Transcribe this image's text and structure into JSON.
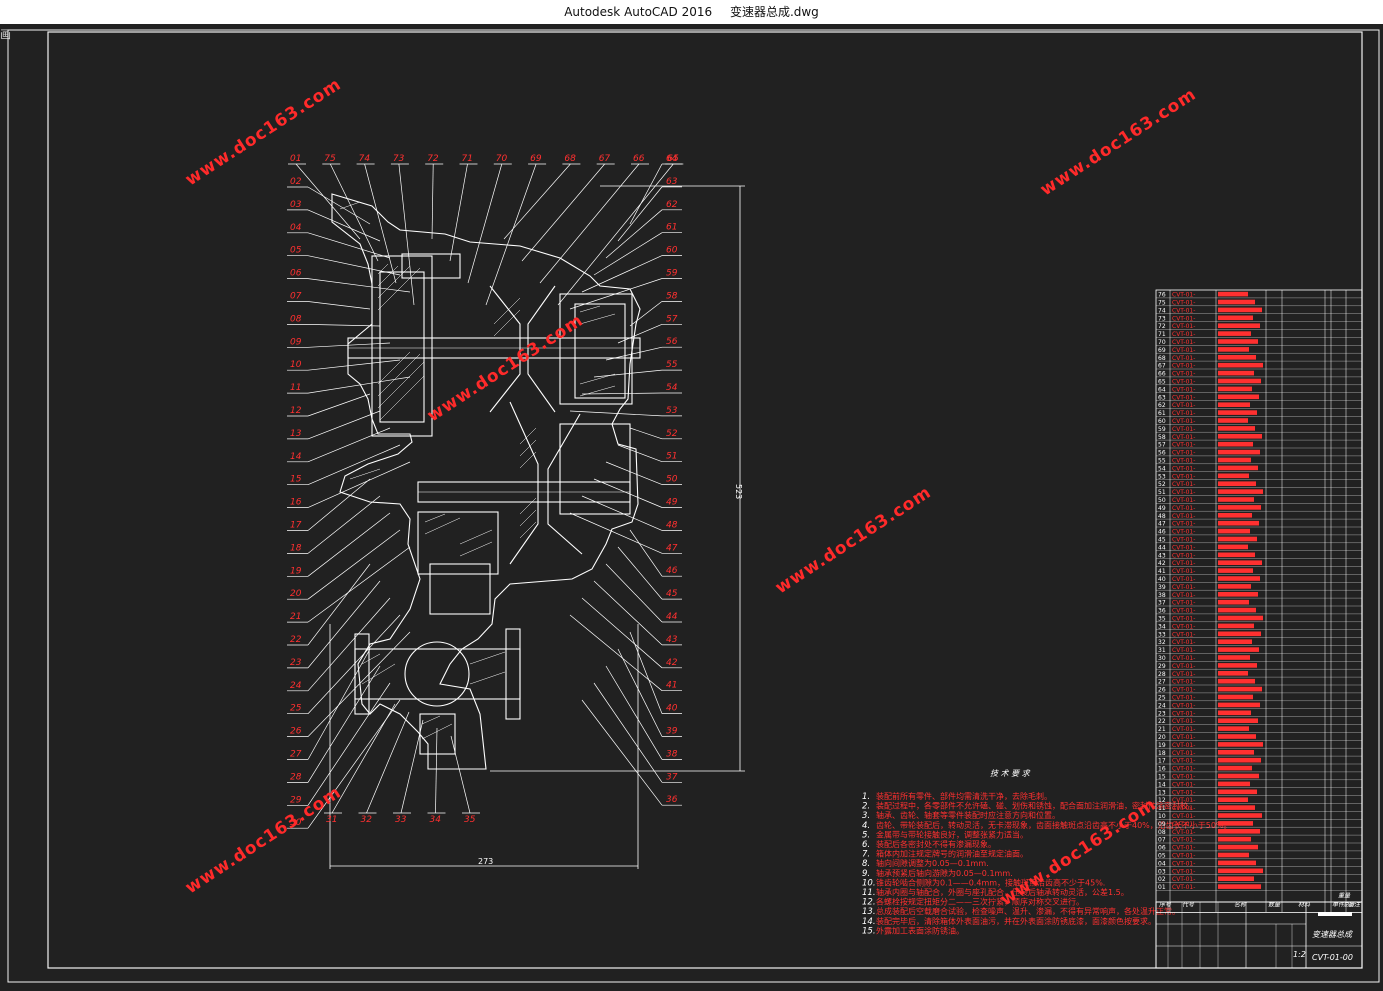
{
  "window": {
    "app_name": "Autodesk AutoCAD 2016",
    "file_name": "变速器总成.dwg",
    "left_glyph": "画"
  },
  "colors": {
    "background": "#212121",
    "drawing_lines": "#ffffff",
    "annotation_red": "#ff3030"
  },
  "callouts": {
    "top": [
      "01",
      "75",
      "74",
      "73",
      "72",
      "71",
      "70",
      "69",
      "68",
      "67",
      "66",
      "65"
    ],
    "left": [
      "02",
      "03",
      "04",
      "05",
      "06",
      "07",
      "08",
      "09",
      "10",
      "11",
      "12",
      "13",
      "14",
      "15",
      "16",
      "17",
      "18",
      "19",
      "20",
      "21",
      "22",
      "23",
      "24",
      "25",
      "26",
      "27",
      "28",
      "29",
      "30"
    ],
    "bottom": [
      "31",
      "32",
      "33",
      "34",
      "35"
    ],
    "right": [
      "64",
      "63",
      "62",
      "61",
      "60",
      "59",
      "58",
      "57",
      "56",
      "55",
      "54",
      "53",
      "52",
      "51",
      "50",
      "49",
      "48",
      "47",
      "46",
      "45",
      "44",
      "43",
      "42",
      "41",
      "40",
      "39",
      "38",
      "37",
      "36"
    ]
  },
  "dimensions": {
    "height": "523",
    "width": "273"
  },
  "watermark": {
    "text": "www.doc163.com"
  },
  "technical_requirements": {
    "title": "技 术 要 求",
    "items": [
      {
        "no": "1.",
        "text": "装配前所有零件、部件均需清洗干净，去除毛刺。"
      },
      {
        "no": "2.",
        "text": "装配过程中，各零部件不允许磕、碰、划伤和锈蚀，配合面加注润滑油，密封件涂密封胶。"
      },
      {
        "no": "3.",
        "text": "轴承、齿轮、轴套等零件装配时应注意方向和位置。"
      },
      {
        "no": "4.",
        "text": "齿轮、带轮装配后，转动灵活，无卡滞现象，齿面接触斑点沿齿高不小于40%，沿齿长不小于50%。"
      },
      {
        "no": "5.",
        "text": "金属带与带轮接触良好，调整张紧力适当。"
      },
      {
        "no": "6.",
        "text": "装配后各密封处不得有渗漏现象。"
      },
      {
        "no": "7.",
        "text": "箱体内加注规定牌号的润滑油至规定油面。"
      },
      {
        "no": "8.",
        "text": "轴向间隙调整为0.05—0.1mm."
      },
      {
        "no": "9.",
        "text": "轴承预紧后轴向游隙为0.05—0.1mm."
      },
      {
        "no": "10.",
        "text": "锥齿轮啮合侧隙为0.1——0.4mm，接触斑点沿齿高不少于45%."
      },
      {
        "no": "11.",
        "text": "轴承内圈与轴配合，外圈与座孔配合，压装后轴承转动灵活，公差1.5。"
      },
      {
        "no": "12.",
        "text": "各螺栓按规定扭矩分二——三次拧紧，顺序对称交叉进行。"
      },
      {
        "no": "13.",
        "text": "总成装配后空载磨合试验，检查噪声、温升、渗漏，不得有异常响声，各处温升正常。"
      },
      {
        "no": "14.",
        "text": "装配完毕后，清除箱体外表面油污，并在外表面涂防锈底漆，面漆颜色按要求。"
      },
      {
        "no": "15.",
        "text": "外露加工表面涂防锈油。"
      }
    ]
  },
  "bom": {
    "visible_numbers": [
      "76",
      "75",
      "74",
      "73",
      "72",
      "71",
      "70",
      "69",
      "68",
      "67",
      "66",
      "65",
      "64",
      "63",
      "62",
      "61",
      "60",
      "59",
      "58",
      "57",
      "56",
      "55",
      "54",
      "53",
      "52",
      "51",
      "50",
      "49",
      "48",
      "47",
      "46",
      "45",
      "44",
      "43",
      "42",
      "41",
      "40",
      "39",
      "38",
      "37",
      "36",
      "35",
      "34",
      "33",
      "32",
      "31",
      "30",
      "29",
      "28",
      "27",
      "26",
      "25",
      "24",
      "23",
      "22",
      "21",
      "20",
      "19",
      "18",
      "17",
      "16",
      "15",
      "14",
      "13",
      "12",
      "11",
      "10",
      "09",
      "08",
      "07",
      "06",
      "05",
      "04",
      "03",
      "02",
      "01"
    ],
    "part_code_pattern": "CVT-01-",
    "header": [
      "序号",
      "代号",
      "名称",
      "数量",
      "材料",
      "单件",
      "总计",
      "备注"
    ],
    "header_top": "重量"
  },
  "title_block": {
    "assembly_name": "变速器总成",
    "drawing_number": "CVT-01-00",
    "scale": "1:2"
  }
}
